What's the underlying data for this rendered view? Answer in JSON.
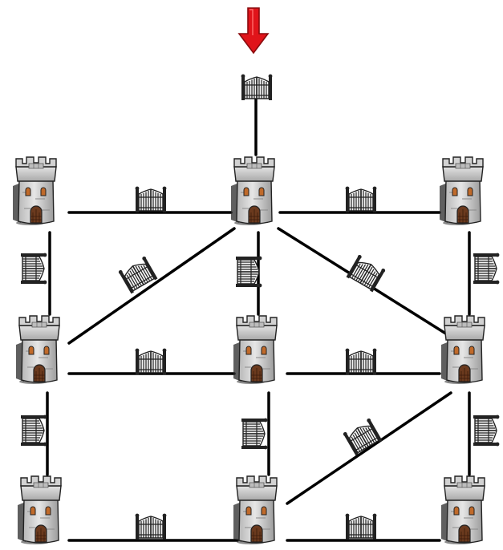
{
  "diagram": {
    "towers": [
      {
        "id": "t11"
      },
      {
        "id": "t12"
      },
      {
        "id": "t13"
      },
      {
        "id": "t21"
      },
      {
        "id": "t22"
      },
      {
        "id": "t23"
      },
      {
        "id": "t31"
      },
      {
        "id": "t32"
      },
      {
        "id": "t33"
      }
    ],
    "roads": [
      {
        "from": "entrance",
        "to": "t12"
      },
      {
        "from": "t11",
        "to": "t12"
      },
      {
        "from": "t12",
        "to": "t13"
      },
      {
        "from": "t11",
        "to": "t21"
      },
      {
        "from": "t12",
        "to": "t22"
      },
      {
        "from": "t13",
        "to": "t23"
      },
      {
        "from": "t12",
        "to": "t21"
      },
      {
        "from": "t12",
        "to": "t23"
      },
      {
        "from": "t21",
        "to": "t22"
      },
      {
        "from": "t22",
        "to": "t23"
      },
      {
        "from": "t21",
        "to": "t31"
      },
      {
        "from": "t22",
        "to": "t32"
      },
      {
        "from": "t23",
        "to": "t33"
      },
      {
        "from": "t23",
        "to": "t32"
      },
      {
        "from": "t31",
        "to": "t32"
      },
      {
        "from": "t32",
        "to": "t33"
      }
    ],
    "gate_count": 16,
    "entrance_marker_color": "#e0141a",
    "tower_icon": "castle-tower-icon",
    "gate_icon": "iron-gate-icon",
    "arrow_icon": "red-arrow-down-icon"
  }
}
